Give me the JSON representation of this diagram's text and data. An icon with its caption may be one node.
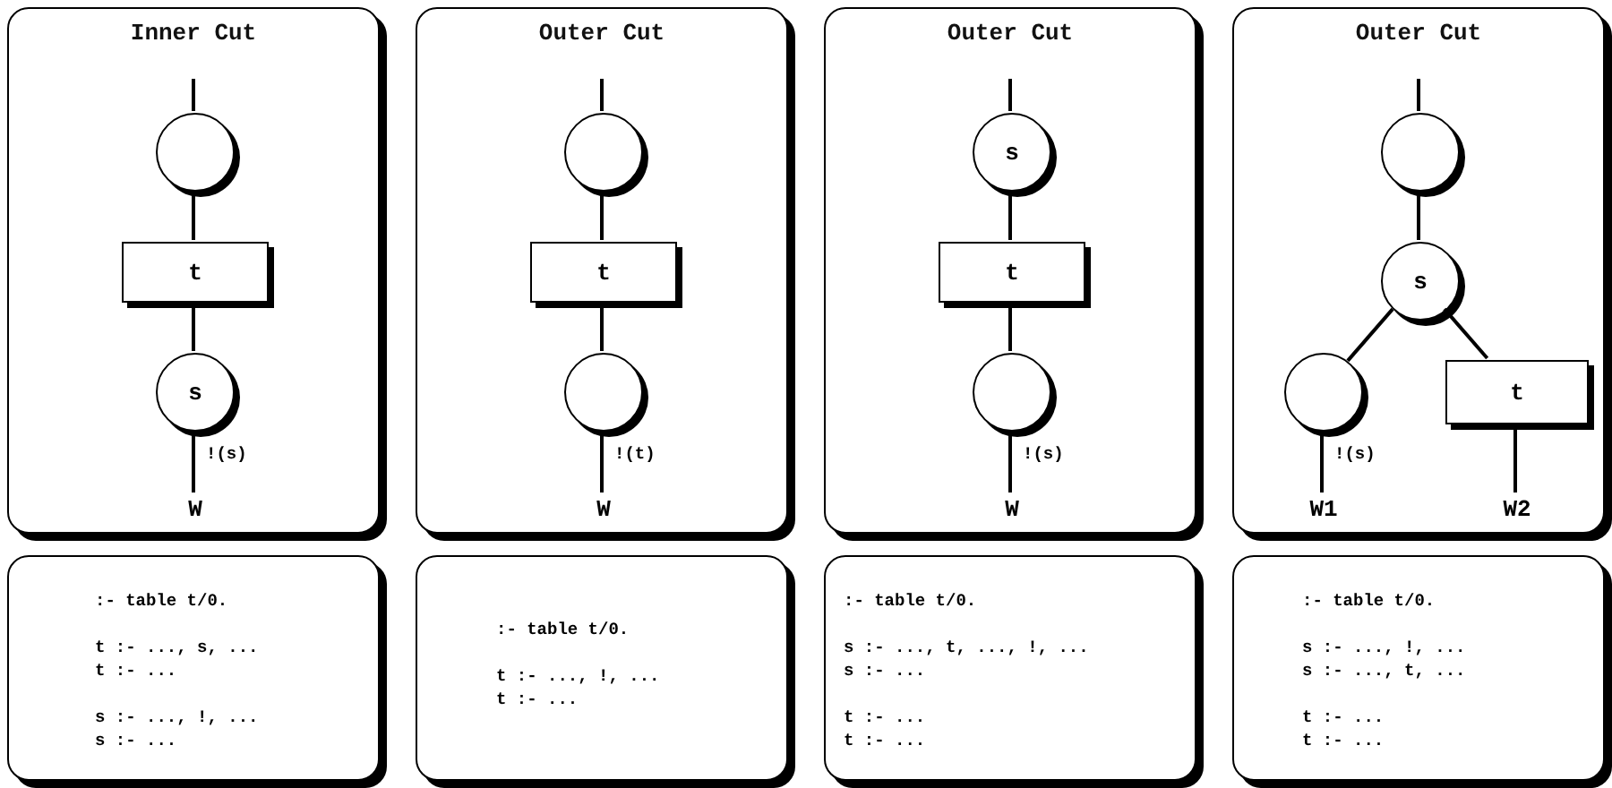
{
  "diagram": {
    "nodes": [
      {
        "text": [
          "Inner Cut"
        ]
      },
      {
        "text": [],
        "shape": "circle",
        "in": 0
      },
      {
        "text": [
          "t"
        ],
        "in": 0
      },
      {
        "text": [
          "s"
        ],
        "in": 0
      },
      {
        "text": [
          "W"
        ],
        "in": 0
      },
      {
        "text": [
          "Outer Cut"
        ]
      },
      {
        "text": [],
        "shape": "circle",
        "in": 5
      },
      {
        "text": [
          "t"
        ],
        "in": 5
      },
      {
        "text": [],
        "shape": "circle",
        "in": 5
      },
      {
        "text": [
          "W"
        ],
        "in": 5
      },
      {
        "text": [
          "Outer Cut"
        ]
      },
      {
        "text": [
          "s"
        ],
        "in": 10
      },
      {
        "text": [
          "t"
        ],
        "in": 10
      },
      {
        "text": [],
        "shape": "circle",
        "in": 10
      },
      {
        "text": [
          "W"
        ],
        "in": 10
      },
      {
        "text": [
          "Outer Cut"
        ]
      },
      {
        "text": [],
        "shape": "circle",
        "in": 15
      },
      {
        "text": [
          "s"
        ],
        "in": 15
      },
      {
        "text": [],
        "shape": "circle",
        "in": 15
      },
      {
        "text": [
          "t"
        ],
        "in": 15
      },
      {
        "text": [
          "W1"
        ],
        "in": 15
      },
      {
        "text": [
          "W2"
        ],
        "in": 15
      },
      {
        "text": [
          ":- table t/0.",
          "t :- ..., s, ...",
          "t :- ...",
          "s :- ..., !, ...",
          "s :- ..."
        ]
      },
      {
        "text": [
          ":- table t/0.",
          "t :- ..., !, ...",
          "t :- ..."
        ]
      },
      {
        "text": [
          ":- table t/0.",
          "s :- ..., t, ..., !, ...",
          "s :- ...",
          "t :- ...",
          "t :- ..."
        ]
      },
      {
        "text": [
          ":- table t/0.",
          "s :- ..., !, ...",
          "s :- ..., t, ...",
          "t :- ...",
          "t :- ..."
        ]
      }
    ],
    "edges": [
      {
        "from": null,
        "to": 1,
        "arrow": "none"
      },
      {
        "from": 1,
        "to": 2,
        "arrow": "none"
      },
      {
        "from": 2,
        "to": 3,
        "arrow": "none"
      },
      {
        "from": 3,
        "to": 4,
        "arrow": "none",
        "label": "!(s)"
      },
      {
        "from": null,
        "to": 6,
        "arrow": "none"
      },
      {
        "from": 6,
        "to": 7,
        "arrow": "none"
      },
      {
        "from": 7,
        "to": 8,
        "arrow": "none"
      },
      {
        "from": 8,
        "to": 9,
        "arrow": "none",
        "label": "!(t)"
      },
      {
        "from": null,
        "to": 11,
        "arrow": "none"
      },
      {
        "from": 11,
        "to": 12,
        "arrow": "none"
      },
      {
        "from": 12,
        "to": 13,
        "arrow": "none"
      },
      {
        "from": 13,
        "to": 14,
        "arrow": "none",
        "label": "!(s)"
      },
      {
        "from": null,
        "to": 16,
        "arrow": "none"
      },
      {
        "from": 16,
        "to": 17,
        "arrow": "none"
      },
      {
        "from": 17,
        "to": 18,
        "arrow": "none"
      },
      {
        "from": 17,
        "to": 19,
        "arrow": "none"
      },
      {
        "from": 18,
        "to": 20,
        "arrow": "none",
        "label": "!(s)"
      },
      {
        "from": 19,
        "to": 21,
        "arrow": "none"
      }
    ]
  }
}
